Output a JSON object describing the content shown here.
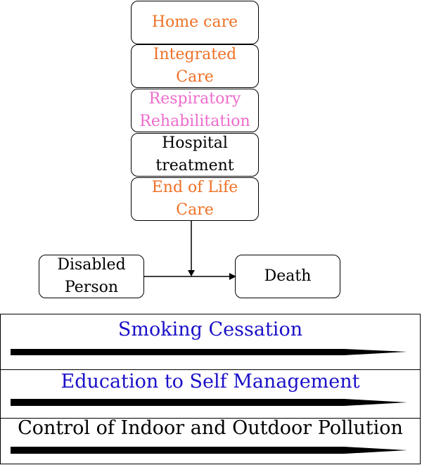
{
  "care_stack": [
    {
      "label": "Home care",
      "color": "#ee7126"
    },
    {
      "label": "Integrated Care",
      "color": "#ee7126"
    },
    {
      "label": "Respiratory Rehabilitation",
      "color": "#ee6bcc"
    },
    {
      "label": "Hospital treatment",
      "color": "#000000"
    },
    {
      "label": "End of Life Care",
      "color": "#ee7126"
    }
  ],
  "outcomes": {
    "disabled": "Disabled Person",
    "death": "Death"
  },
  "interventions": [
    {
      "label": "Smoking Cessation",
      "color": "#1a10c8"
    },
    {
      "label": "Education to Self Management",
      "color": "#1a10c8"
    },
    {
      "label": "Control of Indoor and Outdoor Pollution",
      "color": "#000000"
    }
  ]
}
